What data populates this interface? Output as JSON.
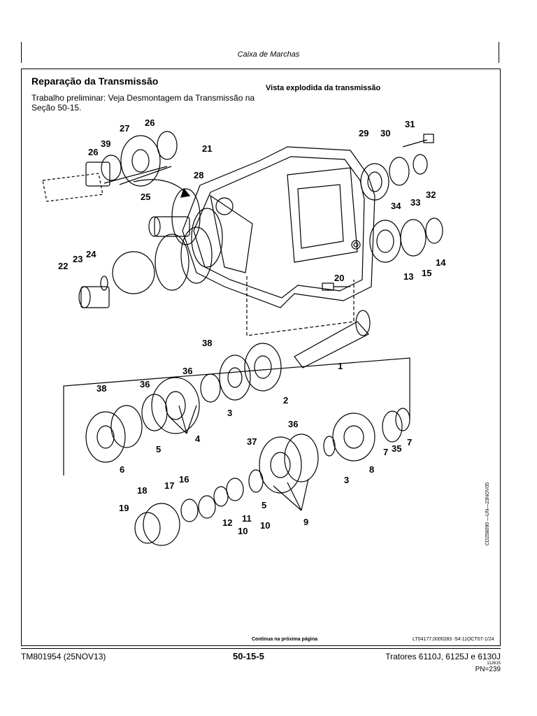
{
  "header": {
    "title": "Caixa de Marchas"
  },
  "section": {
    "title": "Reparação da Transmissão",
    "prelim": "Trabalho preliminar: Veja Desmontagem da Transmissão na Seção 50-15."
  },
  "diagram": {
    "title": "Vista explodida da transmissão",
    "callouts": [
      "26",
      "27",
      "39",
      "26",
      "21",
      "28",
      "25",
      "29",
      "30",
      "31",
      "32",
      "33",
      "34",
      "13",
      "15",
      "14",
      "22",
      "23",
      "24",
      "20",
      "1",
      "38",
      "2",
      "3",
      "36",
      "4",
      "38",
      "36",
      "5",
      "6",
      "36",
      "37",
      "8",
      "7",
      "35",
      "7",
      "3",
      "9",
      "5",
      "10",
      "11",
      "12",
      "10",
      "16",
      "17",
      "18",
      "19"
    ],
    "continued": "Continua na próxima página",
    "figure_id": "LT04177,0000283 -54-11OCT07-1/24",
    "side_code": "CD258090 —UN—23NOV05"
  },
  "footer": {
    "doc": "TM801954 (25NOV13)",
    "page": "50-15-5",
    "product": "Tratores 6110J, 6125J e 6130J",
    "small": "112615",
    "pn": "PN=239"
  }
}
